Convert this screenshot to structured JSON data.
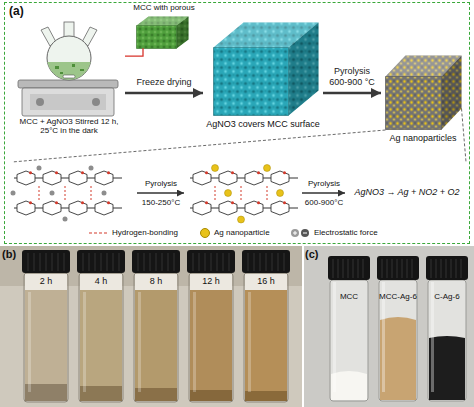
{
  "diagram": {
    "nodes": [
      {
        "text": [
          "(a)"
        ]
      },
      {
        "text": [
          "MCC with porous"
        ],
        "in": 0
      },
      {
        "text": [
          "MCC + AgNO3 Stirred 12 h, 25°C in the dark"
        ],
        "in": 0
      },
      {
        "text": [
          "AgNO3 covers MCC surface"
        ],
        "in": 0
      },
      {
        "text": [
          "Ag nanoparticles"
        ],
        "in": 0
      }
    ],
    "edges": [
      {
        "from": 1,
        "to": 2,
        "arrow": "none"
      },
      {
        "from": 2,
        "to": 3,
        "label": "Freeze drying",
        "arrow": "to"
      },
      {
        "from": 3,
        "to": 4,
        "label": "Pyrolysis 600-900 °C",
        "arrow": "to"
      }
    ],
    "labels": [
      "(b)",
      "2 h",
      "4 h",
      "8 h",
      "12 h",
      "16 h",
      "(c)",
      "MCC",
      "MCC-Ag-6",
      "C-Ag-6",
      "Pyrolysis",
      "150-250°C",
      "Pyrolysis",
      "600-900°C",
      "AgNO3 → Ag + NO2 + O2"
    ],
    "legend": [
      {
        "text": "Hydrogen-bonding"
      },
      {
        "text": "Ag nanoparticle",
        "color": "#e8c21a"
      },
      {
        "text": "Electrostatic force"
      }
    ]
  }
}
